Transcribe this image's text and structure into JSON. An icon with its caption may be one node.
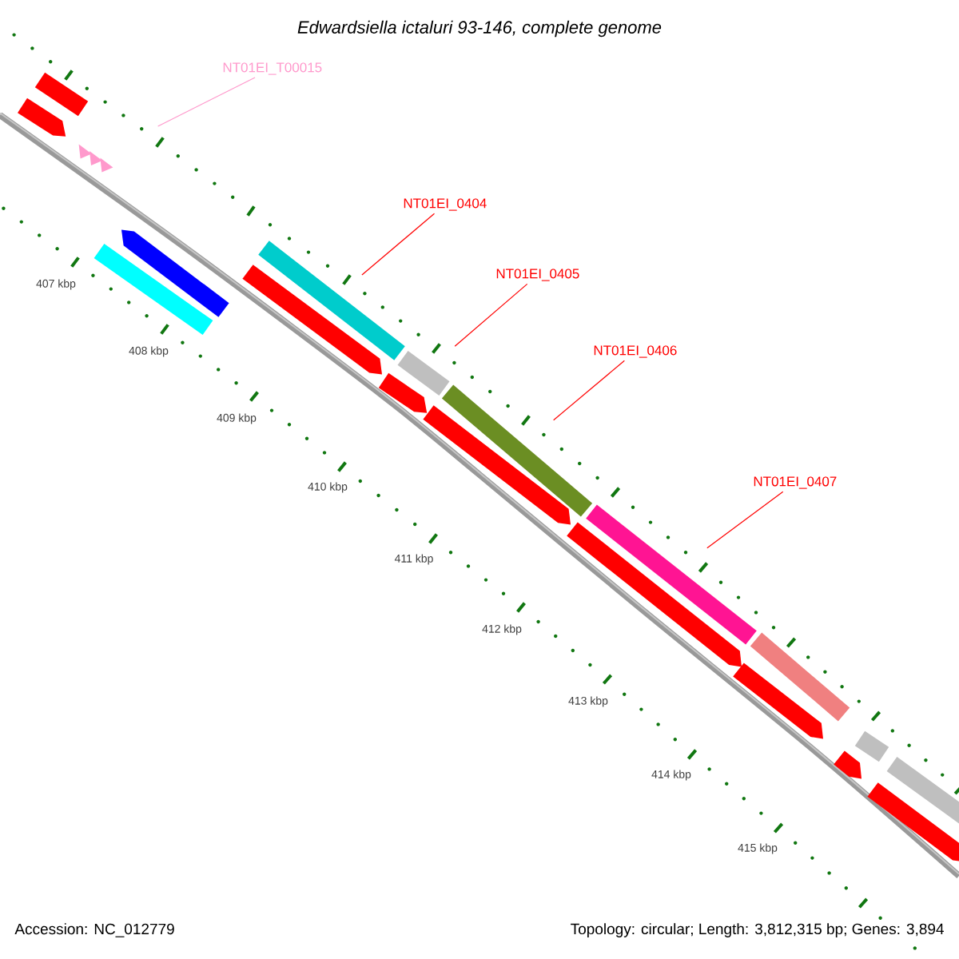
{
  "diagram": {
    "title": "Edwardsiella ictaluri 93-146, complete genome",
    "nodes": [
      {
        "text": [
          "NT01EI_T00015"
        ]
      },
      {
        "text": [],
        "shape": "triangle"
      },
      {
        "text": [
          "NT01EI_0404"
        ]
      },
      {
        "text": [],
        "shape": "bar"
      },
      {
        "text": [
          "NT01EI_0405"
        ]
      },
      {
        "text": [],
        "shape": "bar"
      },
      {
        "text": [
          "NT01EI_0406"
        ]
      },
      {
        "text": [],
        "shape": "bar"
      },
      {
        "text": [
          "NT01EI_0407"
        ]
      },
      {
        "text": [],
        "shape": "bar"
      }
    ],
    "edges": [
      {
        "from": 0,
        "to": 1,
        "arrow": "none",
        "color": "#ff99cc"
      },
      {
        "from": 2,
        "to": 3,
        "arrow": "none"
      },
      {
        "from": 4,
        "to": 5,
        "arrow": "none"
      },
      {
        "from": 6,
        "to": 7,
        "arrow": "none"
      },
      {
        "from": 8,
        "to": 9,
        "arrow": "none"
      }
    ],
    "labels": [
      "407 kbp",
      "408 kbp",
      "409 kbp",
      "410 kbp",
      "411 kbp",
      "412 kbp",
      "413 kbp",
      "414 kbp",
      "415 kbp",
      "Accession: NC_012779",
      "Topology: circular; Length: 3,812,315 bp; Genes: 3,894"
    ]
  }
}
